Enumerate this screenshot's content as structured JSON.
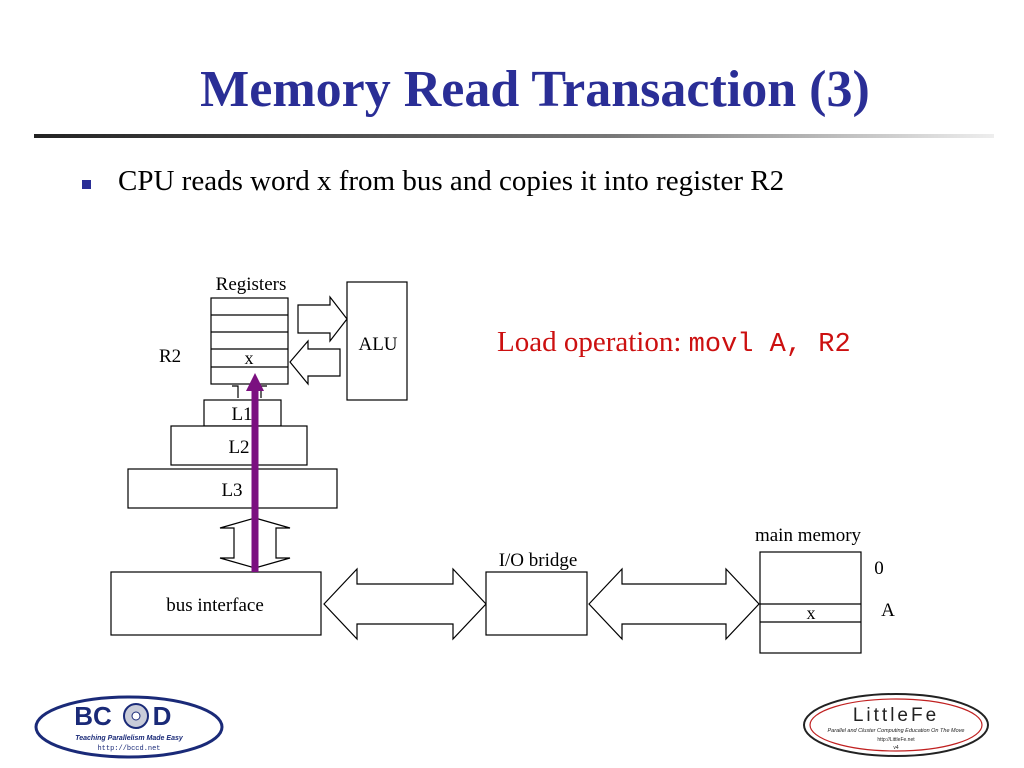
{
  "slide": {
    "title": "Memory Read Transaction (3)",
    "bullet": "CPU reads word x from bus and copies it into register R2",
    "load_label": "Load operation:",
    "load_code": "movl A, R2"
  },
  "diagram": {
    "registers_label": "Registers",
    "r2_label": "R2",
    "register_value": "x",
    "alu_label": "ALU",
    "l1_label": "L1",
    "l2_label": "L2",
    "l3_label": "L3",
    "bus_interface_label": "bus interface",
    "io_bridge_label": "I/O bridge",
    "main_memory_label": "main memory",
    "address_zero": "0",
    "address_a": "A",
    "memory_value": "x"
  },
  "logos": {
    "bccd_name": "BC",
    "bccd_name_end": "D",
    "bccd_tagline": "Teaching Parallelism Made Easy",
    "bccd_url": "http://bccd.net",
    "littlefe_name": "LittleFe",
    "littlefe_tagline": "Parallel and Cluster Computing Education On The Move",
    "littlefe_url": "http://LittleFe.net",
    "littlefe_version": "v4"
  },
  "colors": {
    "title": "#2a2e96",
    "load_text": "#cc1010",
    "data_arrow": "#7b1080",
    "rule": "#333333"
  }
}
